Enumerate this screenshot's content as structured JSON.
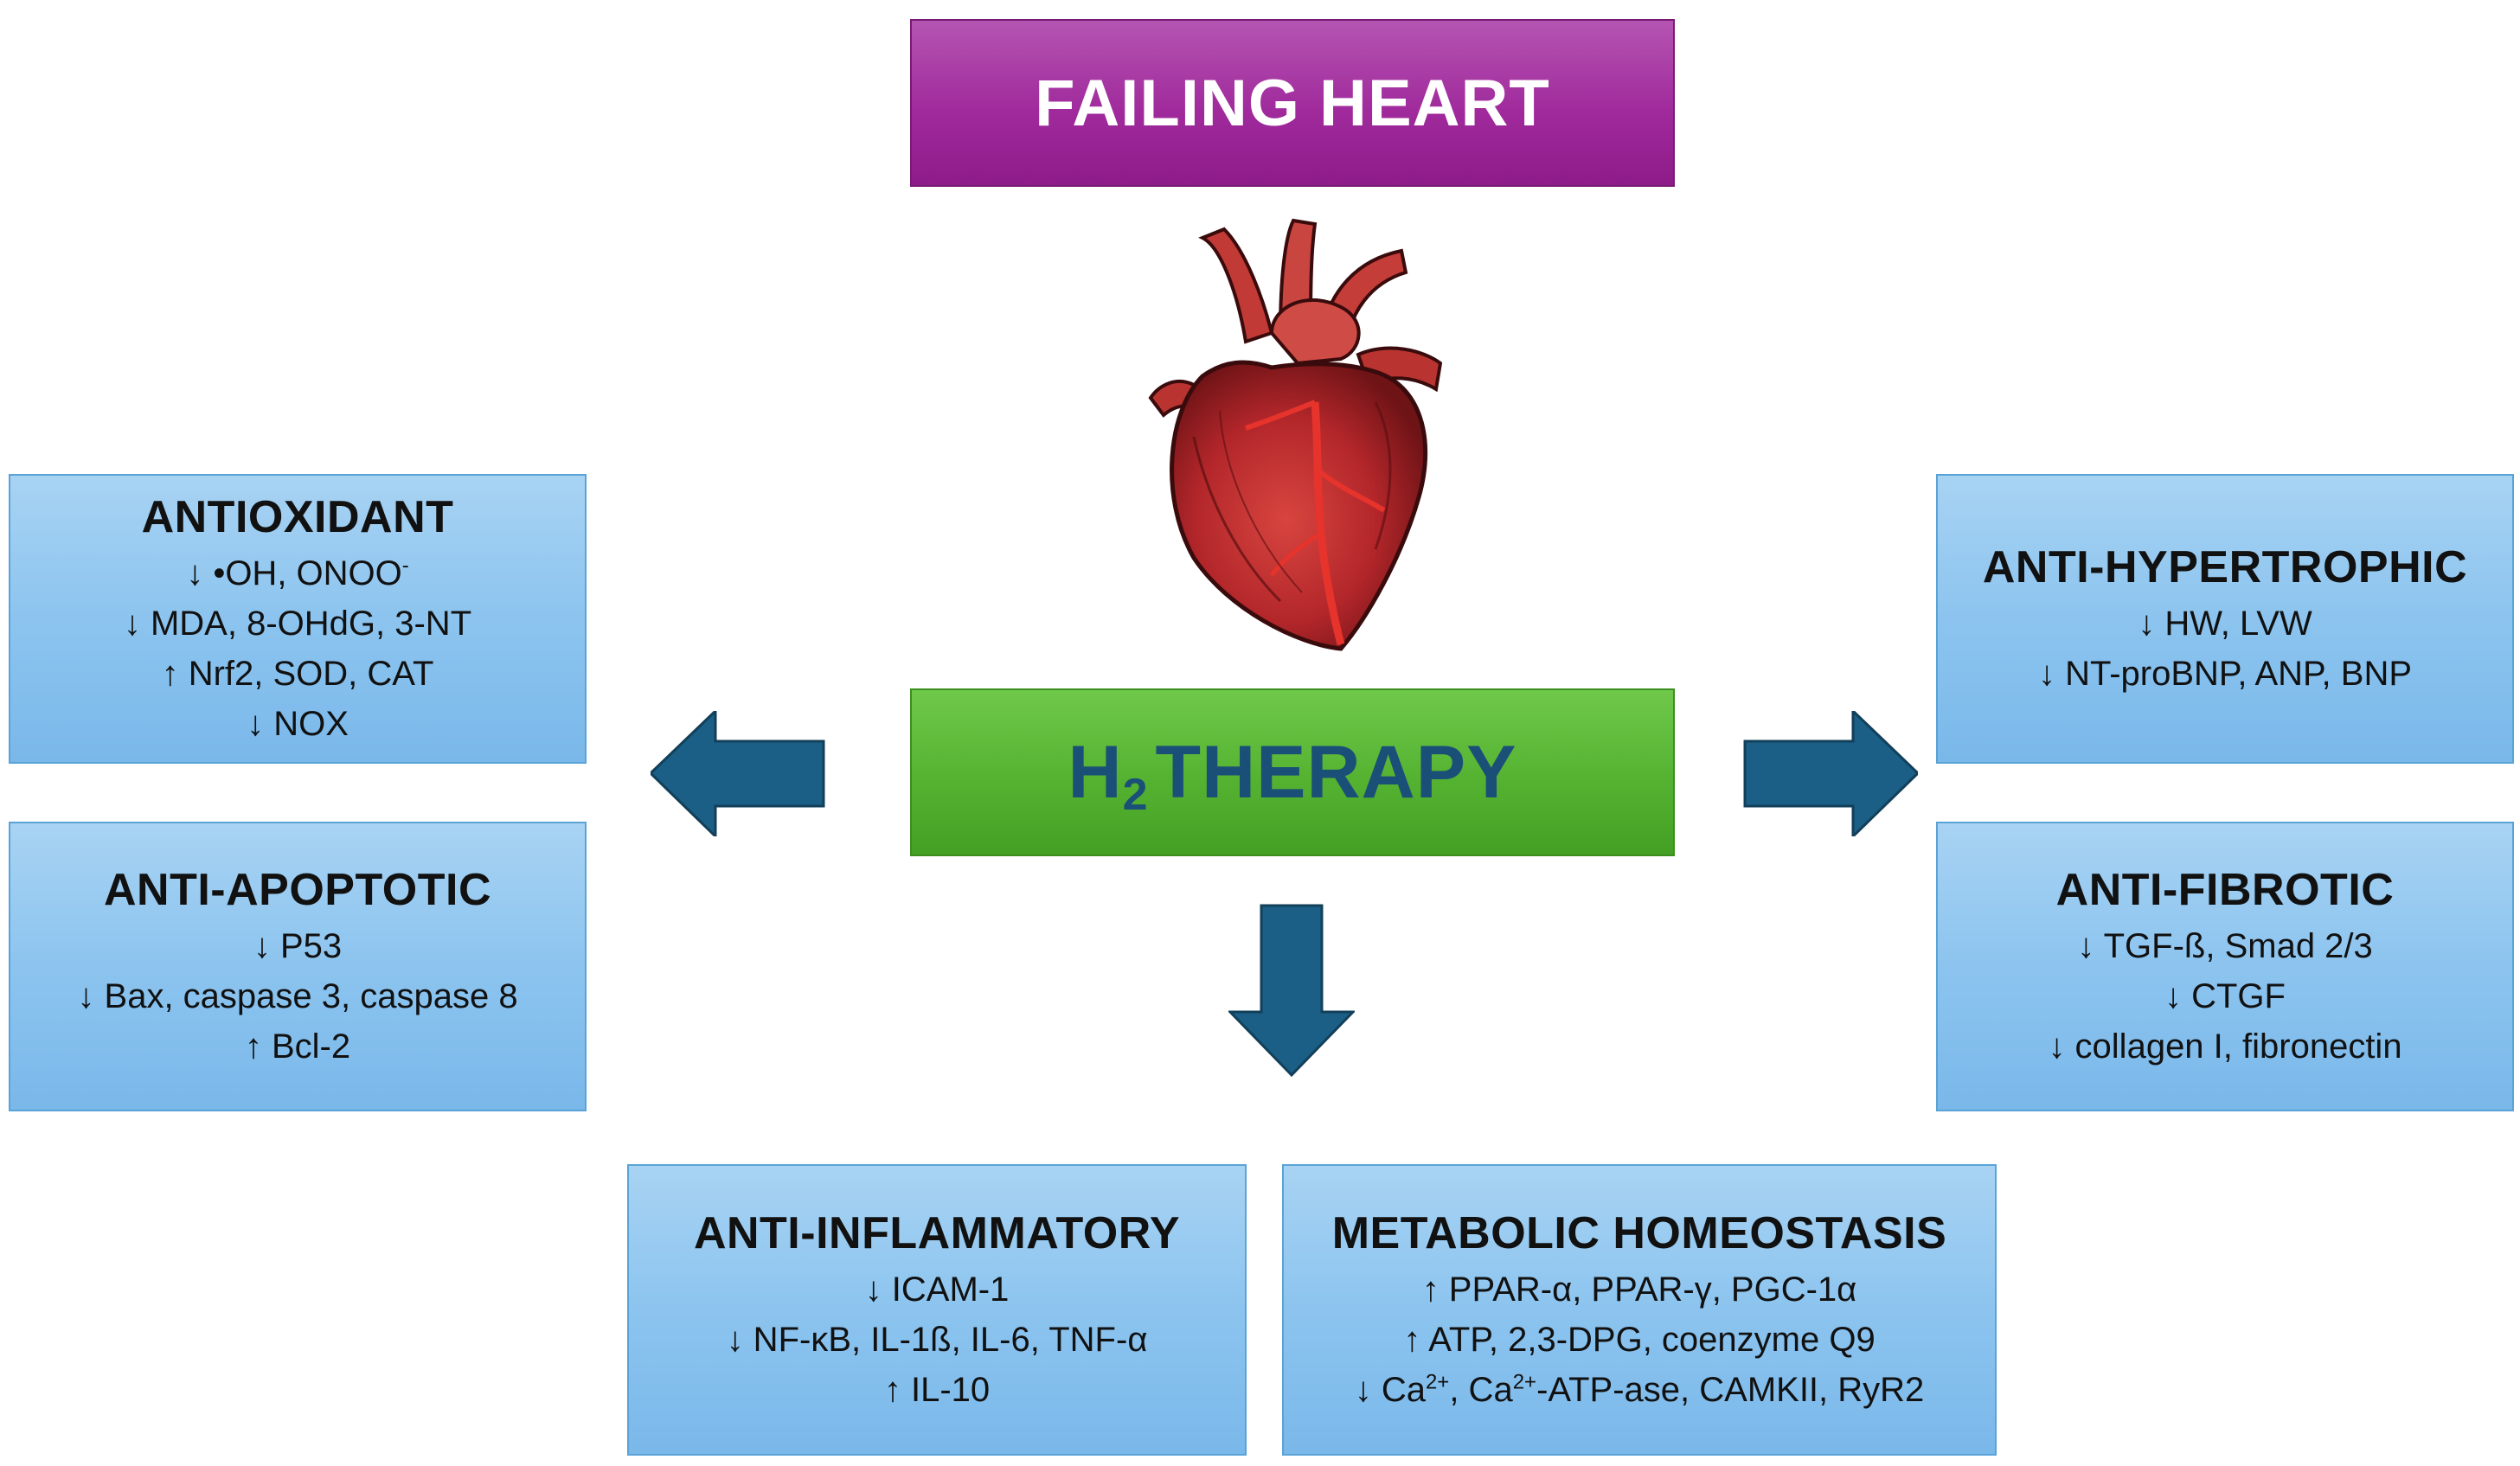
{
  "title": "FAILING HEART",
  "therapy": {
    "h": "H",
    "sub": "2",
    "rest": "THERAPY"
  },
  "colors": {
    "arrow": "#1b5f86",
    "box": "#8cc4ef",
    "title": "#a02a9c",
    "therapy": "#55b231"
  },
  "antioxidant": {
    "heading": "ANTIOXIDANT",
    "l1": "↓ •OH, ONOO",
    "l1_sup": "-",
    "l2": "↓ MDA, 8-OHdG, 3-NT",
    "l3": "↑ Nrf2, SOD, CAT",
    "l4": "↓ NOX"
  },
  "antiapoptotic": {
    "heading": "ANTI-APOPTOTIC",
    "l1": "↓ P53",
    "l2": "↓ Bax, caspase 3, caspase 8",
    "l3": "↑ Bcl-2"
  },
  "antihypertrophic": {
    "heading": "ANTI-HYPERTROPHIC",
    "l1": "↓ HW, LVW",
    "l2": "↓ NT-proBNP, ANP, BNP"
  },
  "antifibrotic": {
    "heading": "ANTI-FIBROTIC",
    "l1": "↓ TGF-ß, Smad 2/3",
    "l2": "↓ CTGF",
    "l3": "↓ collagen I, fibronectin"
  },
  "antiinflammatory": {
    "heading": "ANTI-INFLAMMATORY",
    "l1": "↓ ICAM-1",
    "l2": "↓ NF-κB, IL-1ß, IL-6, TNF-α",
    "l3": "↑ IL-10"
  },
  "metabolic": {
    "heading": "METABOLIC HOMEOSTASIS",
    "l1": "↑ PPAR-α, PPAR-γ, PGC-1α",
    "l2": "↑ ATP, 2,3-DPG, coenzyme Q9",
    "l3a": "↓ Ca",
    "l3a_sup": "2+",
    "l3b": ", Ca",
    "l3b_sup": "2+",
    "l3c": "-ATP-ase, CAMKII, RyR2"
  }
}
